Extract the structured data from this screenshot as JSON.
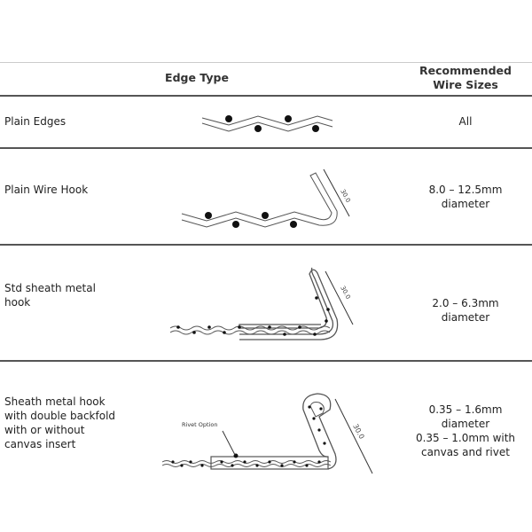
{
  "header": {
    "edge_type": "Edge Type",
    "wire_sizes_line1": "Recommended",
    "wire_sizes_line2": "Wire Sizes"
  },
  "rows": [
    {
      "label": [
        "Plain Edges"
      ],
      "sizes": [
        "All"
      ]
    },
    {
      "label": [
        "Plain Wire Hook"
      ],
      "sizes": [
        "8.0 – 12.5mm",
        "diameter"
      ],
      "hook_dim": "30.0"
    },
    {
      "label": [
        "Std sheath metal",
        "hook"
      ],
      "sizes": [
        "2.0 – 6.3mm",
        "diameter"
      ],
      "hook_dim": "30.0"
    },
    {
      "label": [
        "Sheath metal hook",
        "with double backfold",
        "with or without",
        "canvas insert"
      ],
      "sizes": [
        "0.35 – 1.6mm",
        "diameter",
        "0.35 – 1.0mm with",
        "canvas and rivet"
      ],
      "hook_dim": "30.0",
      "callout": "Rivet Option"
    }
  ]
}
